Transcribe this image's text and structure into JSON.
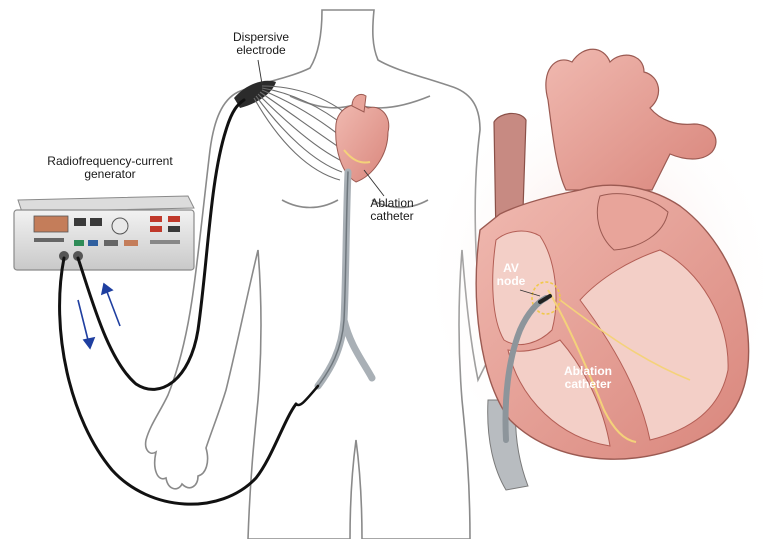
{
  "labels": {
    "dispersive_electrode": "Dispersive\nelectrode",
    "generator": "Radiofrequency-current\ngenerator",
    "ablation_catheter_body": "Ablation\ncatheter",
    "av_node": "AV\nnode",
    "ablation_catheter_heart": "Ablation\ncatheter"
  },
  "colors": {
    "heart_base": "#e8a49a",
    "heart_dark": "#c97068",
    "tissue_light": "#f3cfc7",
    "outline": "#7a7a7a",
    "cable": "#111111",
    "catheter": "#a9b0b6",
    "arrow": "#1f3fa0"
  }
}
